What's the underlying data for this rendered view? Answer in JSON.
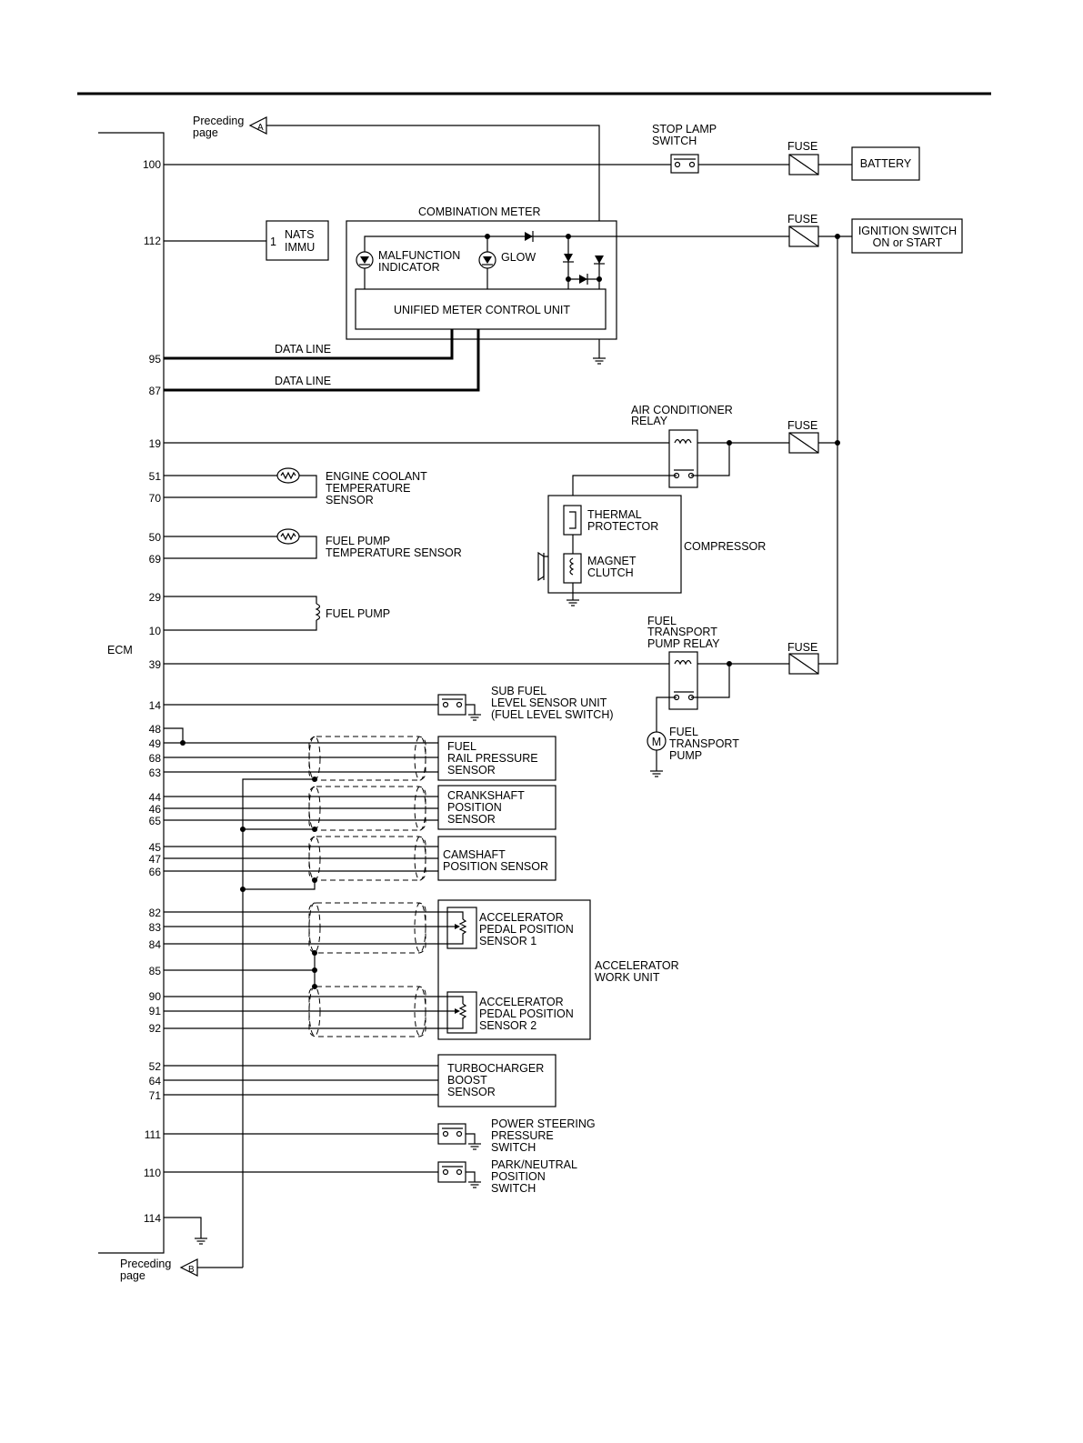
{
  "offpage": {
    "a": {
      "text_line1": "Preceding",
      "text_line2": "page",
      "letter": "A"
    },
    "b": {
      "text_line1": "Preceding",
      "text_line2": "page",
      "letter": "B"
    }
  },
  "ecm": {
    "label": "ECM"
  },
  "pins": {
    "p100": "100",
    "p112": "112",
    "p95": "95",
    "p87": "87",
    "p19": "19",
    "p51": "51",
    "p70": "70",
    "p50": "50",
    "p69": "69",
    "p29": "29",
    "p10": "10",
    "p39": "39",
    "p14": "14",
    "p48": "48",
    "p49": "49",
    "p68": "68",
    "p63": "63",
    "p44": "44",
    "p46": "46",
    "p65": "65",
    "p45": "45",
    "p47": "47",
    "p66": "66",
    "p82": "82",
    "p83": "83",
    "p84": "84",
    "p85": "85",
    "p90": "90",
    "p91": "91",
    "p92": "92",
    "p52": "52",
    "p64": "64",
    "p71": "71",
    "p111": "111",
    "p110": "110",
    "p114": "114"
  },
  "components": {
    "stop_lamp_switch": {
      "line1": "STOP LAMP",
      "line2": "SWITCH"
    },
    "fuse1": "FUSE",
    "fuse2": "FUSE",
    "fuse3": "FUSE",
    "fuse4": "FUSE",
    "battery": "BATTERY",
    "ignition_switch": {
      "line1": "IGNITION SWITCH",
      "line2": "ON or START"
    },
    "nats": {
      "pin": "1",
      "line1": "NATS",
      "line2": "IMMU"
    },
    "combination_meter": {
      "title": "COMBINATION METER",
      "malfunction": {
        "line1": "MALFUNCTION",
        "line2": "INDICATOR"
      },
      "glow": "GLOW",
      "control_unit": "UNIFIED METER CONTROL UNIT"
    },
    "data_line_1": "DATA LINE",
    "data_line_2": "DATA LINE",
    "ac_relay": {
      "line1": "AIR CONDITIONER",
      "line2": "RELAY"
    },
    "coolant_sensor": {
      "line1": "ENGINE COOLANT",
      "line2": "TEMPERATURE",
      "line3": "SENSOR"
    },
    "fuel_pump_temp": {
      "line1": "FUEL PUMP",
      "line2": "TEMPERATURE SENSOR"
    },
    "fuel_pump": "FUEL PUMP",
    "compressor": {
      "label": "COMPRESSOR",
      "thermal": {
        "line1": "THERMAL",
        "line2": "PROTECTOR"
      },
      "magnet": {
        "line1": "MAGNET",
        "line2": "CLUTCH"
      }
    },
    "fuel_transport_relay": {
      "line1": "FUEL",
      "line2": "TRANSPORT",
      "line3": "PUMP RELAY"
    },
    "fuel_transport_pump": {
      "motor": "M",
      "line1": "FUEL",
      "line2": "TRANSPORT",
      "line3": "PUMP"
    },
    "sub_fuel": {
      "line1": "SUB FUEL",
      "line2": "LEVEL SENSOR UNIT",
      "line3": "(FUEL LEVEL SWITCH)"
    },
    "fuel_rail": {
      "line1": "FUEL",
      "line2": "RAIL PRESSURE",
      "line3": "SENSOR"
    },
    "crankshaft": {
      "line1": "CRANKSHAFT",
      "line2": "POSITION",
      "line3": "SENSOR"
    },
    "camshaft": {
      "line1": "CAMSHAFT",
      "line2": "POSITION SENSOR"
    },
    "app1": {
      "line1": "ACCELERATOR",
      "line2": "PEDAL POSITION",
      "line3": "SENSOR 1"
    },
    "app2": {
      "line1": "ACCELERATOR",
      "line2": "PEDAL POSITION",
      "line3": "SENSOR 2"
    },
    "accel_work_unit": {
      "line1": "ACCELERATOR",
      "line2": "WORK UNIT"
    },
    "turbo": {
      "line1": "TURBOCHARGER",
      "line2": "BOOST",
      "line3": "SENSOR"
    },
    "power_steering": {
      "line1": "POWER STEERING",
      "line2": "PRESSURE",
      "line3": "SWITCH"
    },
    "park_neutral": {
      "line1": "PARK/NEUTRAL",
      "line2": "POSITION",
      "line3": "SWITCH"
    }
  }
}
